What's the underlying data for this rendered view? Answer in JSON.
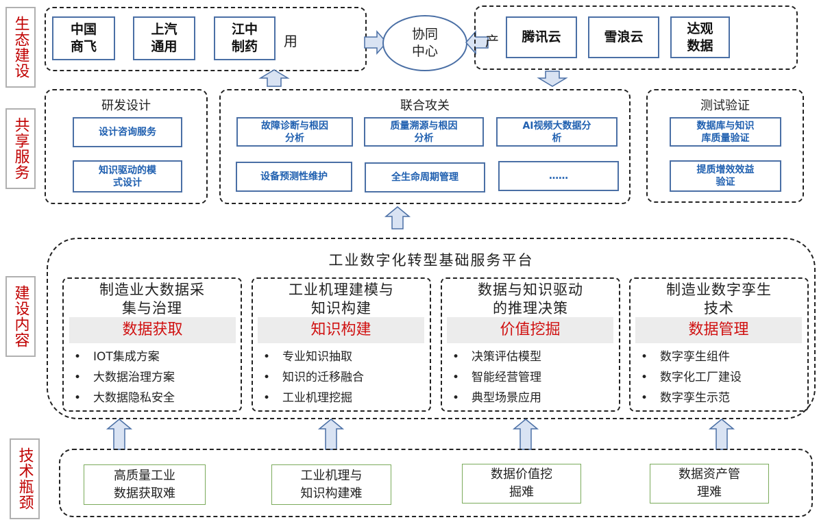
{
  "row_labels": {
    "ecosystem": "生态建设",
    "shared_services": "共享服务",
    "construction": "建设内容",
    "bottlenecks": "技术瓶颈"
  },
  "ecosystem": {
    "users": [
      "中国\n商飞",
      "上汽\n通用",
      "江中\n制药"
    ],
    "users_label": "用",
    "center": "协同\n中心",
    "producers_label": "产",
    "producers": [
      "腾讯云",
      "雪浪云",
      "达观\n数据"
    ]
  },
  "shared_services": {
    "rd_design": {
      "title": "研发设计",
      "items": [
        "设计咨询服务",
        "知识驱动的模\n式设计"
      ]
    },
    "joint_research": {
      "title": "联合攻关",
      "items": [
        "故障诊断与根因\n分析",
        "质量溯源与根因\n分析",
        "AI视频大数据分\n析",
        "设备预测性维护",
        "全生命周期管理",
        "……"
      ]
    },
    "testing": {
      "title": "测试验证",
      "items": [
        "数据库与知识\n库质量验证",
        "提质增效效益\n验证"
      ]
    }
  },
  "platform": {
    "title": "工业数字化转型基础服务平台",
    "modules": [
      {
        "title": "制造业大数据采\n集与治理",
        "band": "数据获取",
        "bullets": [
          "IOT集成方案",
          "大数据治理方案",
          "大数据隐私安全"
        ]
      },
      {
        "title": "工业机理建模与\n知识构建",
        "band": "知识构建",
        "bullets": [
          "专业知识抽取",
          "知识的迁移融合",
          "工业机理挖掘"
        ]
      },
      {
        "title": "数据与知识驱动\n的推理决策",
        "band": "价值挖掘",
        "bullets": [
          "决策评估模型",
          "智能经营管理",
          "典型场景应用"
        ]
      },
      {
        "title": "制造业数字孪生\n技术",
        "band": "数据管理",
        "bullets": [
          "数字孪生组件",
          "数字化工厂建设",
          "数字孪生示范"
        ]
      }
    ]
  },
  "bottlenecks": [
    "高质量工业\n数据获取难",
    "工业机理与\n知识构建难",
    "数据价值挖\n掘难",
    "数据资产管\n理难"
  ],
  "bullet_symbol": "•",
  "colors": {
    "label_red": "#c00000",
    "band_red": "#d01010",
    "service_blue": "#2060b0",
    "box_border_blue": "#4a6fa5",
    "arrow_fill": "#d9e3f3",
    "bottleneck_border": "#7aaa5a"
  }
}
